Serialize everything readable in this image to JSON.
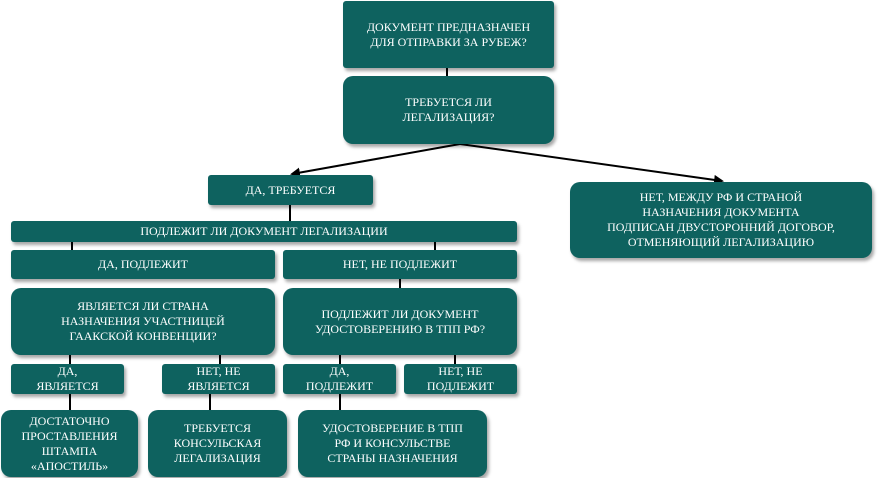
{
  "colors": {
    "box": "#0e625f",
    "text": "#ffffff",
    "line": "#000000"
  },
  "nodes": {
    "q_abroad": "ДОКУМЕНТ ПРЕДНАЗНАЧЕН\nДЛЯ ОТПРАВКИ  ЗА РУБЕЖ?",
    "q_legalization": "ТРЕБУЕТСЯ ЛИ\nЛЕГАЛИЗАЦИЯ?",
    "yes_required": "ДА, ТРЕБУЕТСЯ",
    "no_treaty": "НЕТ, МЕЖДУ РФ И СТРАНОЙ\nНАЗНАЧЕНИЯ ДОКУМЕНТА\nПОДПИСАН  ДВУСТОРОННИЙ ДОГОВОР,\nОТМЕНЯЮЩИЙ ЛЕГАЛИЗАЦИЮ",
    "q_subject": "ПОДЛЕЖИТ ЛИ ДОКУМЕНТ ЛЕГАЛИЗАЦИИ",
    "yes_subject": "ДА, ПОДЛЕЖИТ",
    "no_subject": "НЕТ,  НЕ ПОДЛЕЖИТ",
    "q_hague": "ЯВЛЯЕТСЯ ЛИ СТРАНА\nНАЗНАЧЕНИЯ УЧАСТНИЦЕЙ\nГААКСКОЙ КОНВЕНЦИИ?",
    "q_tpp": "ПОДЛЕЖИТ ЛИ ДОКУМЕНТ\nУДОСТОВЕРЕНИЮ  В ТПП РФ?",
    "yes_member": "ДА,\nЯВЛЯЕТСЯ",
    "no_member": "НЕТ, НЕ\nЯВЛЯЕТСЯ",
    "yes_tpp": "ДА,\nПОДЛЕЖИТ",
    "no_tpp": "НЕТ, НЕ\nПОДЛЕЖИТ",
    "apostille": "ДОСТАТОЧНО\nПРОСТАВЛЕНИЯ\nШТАМПА\n«АПОСТИЛЬ»",
    "consular": "ТРЕБУЕТСЯ\nКОНСУЛЬСКАЯ\nЛЕГАЛИЗАЦИЯ",
    "tpp_consulate": "УДОСТОВЕРЕНИЕ  В ТПП\nРФ И КОНСУЛЬСТВЕ\nСТРАНЫ НАЗНАЧЕНИЯ"
  }
}
